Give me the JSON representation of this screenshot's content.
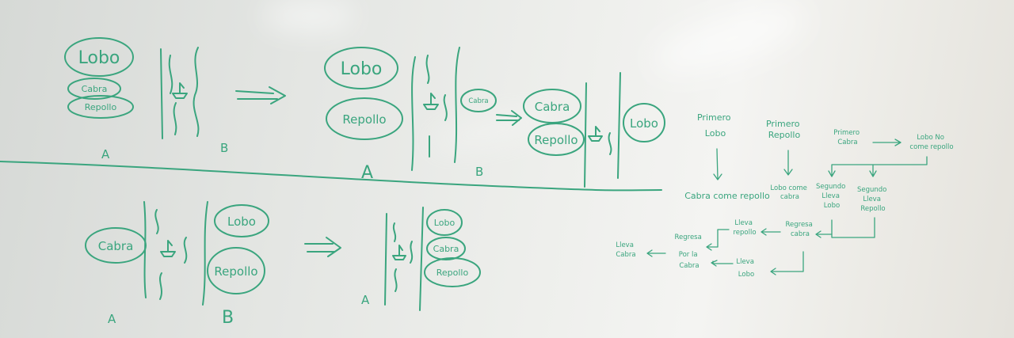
{
  "scene": {
    "ink_color": "#3aa57e",
    "board_color": "#e8e9e6"
  },
  "top_left": {
    "bank_a": [
      "Lobo",
      "Cabra",
      "Repollo"
    ],
    "bank_a_label": "A",
    "bank_b_label": "B"
  },
  "top_middle": {
    "bank_a": [
      "Lobo",
      "Repollo"
    ],
    "boat_item": "Cabra",
    "bank_a_label": "A",
    "bank_b_label": "B"
  },
  "top_right": {
    "bank_a": [
      "Cabra",
      "Repollo"
    ],
    "bank_b": [
      "Lobo"
    ]
  },
  "bottom_left": {
    "bank_a": [
      "Cabra"
    ],
    "bank_b": [
      "Lobo",
      "Repollo"
    ],
    "bank_a_label": "A",
    "bank_b_label": "B"
  },
  "bottom_middle": {
    "bank_b": [
      "Lobo",
      "Cabra",
      "Repollo"
    ],
    "bank_a_label": "A"
  },
  "tree": {
    "col1_title": "Primero Lobo",
    "col2_title": "Primero Repollo",
    "col3_title": "Primero Cabra",
    "col1_result": "Cabra come repollo",
    "col2_result": "Lobo come cabra",
    "col3_note": "Lobo No come repollo",
    "col3_opt1": "Segundo Lleva Lobo",
    "col3_opt2": "Segundo Lleva Repollo",
    "step_regresa_cabra": "Regresa cabra",
    "step_lleva_repollo": "Lleva repollo",
    "step_regresa_por_cabra": "Regresa Por la Cabra",
    "step_lleva_cabra": "Lleva Cabra",
    "step_lleva_lobo": "Lleva Lobo"
  }
}
